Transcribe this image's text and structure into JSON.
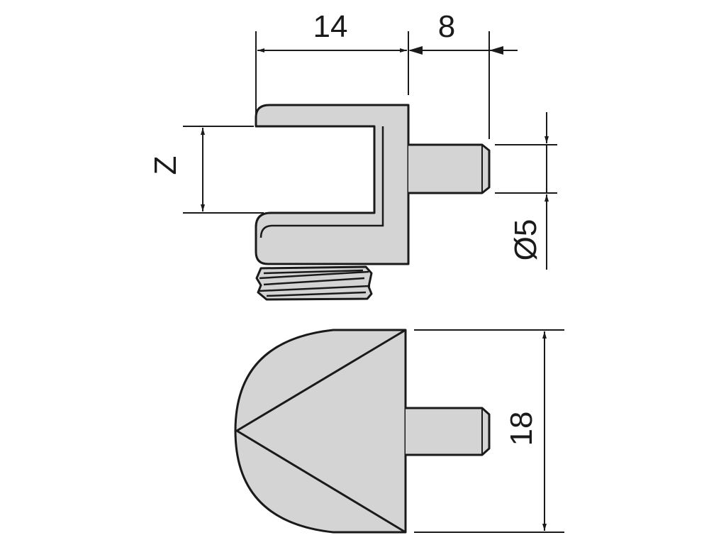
{
  "dimensions": {
    "width_14": "14",
    "width_8": "8",
    "z_label": "Z",
    "diameter_5": "Ø5",
    "height_18": "18"
  },
  "colors": {
    "part_fill": "#d4d4d4",
    "stroke": "#1a1a1a",
    "background": "#ffffff"
  }
}
